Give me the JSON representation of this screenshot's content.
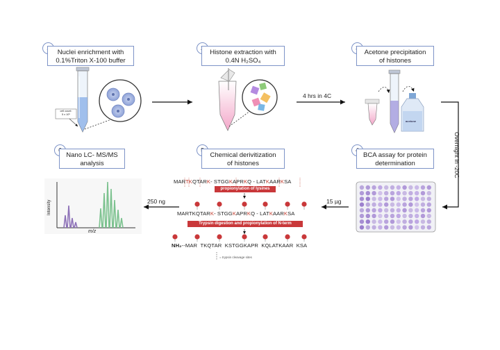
{
  "steps": [
    {
      "num": "1",
      "line1": "Nuclei enrichment with",
      "line2": "0.1%Triton X-100 buffer"
    },
    {
      "num": "2",
      "line1": "Histone extraction with",
      "line2": "0.4N H₂SO₄"
    },
    {
      "num": "3",
      "line1": "Acetone precipitation",
      "line2": "of histones"
    },
    {
      "num": "4",
      "line1": "BCA assay for protein",
      "line2": "determination"
    },
    {
      "num": "5",
      "line1": "Chemical derivitization",
      "line2": "of histones"
    },
    {
      "num": "6",
      "line1": "Nano LC- MS/MS",
      "line2": "analysis"
    }
  ],
  "arrows": {
    "a23": "4 hrs in 4C",
    "a34": "Overnight in -20C",
    "a45": "15 µg",
    "a56": "250 ng"
  },
  "cell_count": {
    "line1": "cell count:",
    "line2": "5 x 10⁵"
  },
  "acetone_label": "acetone",
  "derivatization": {
    "seq1": {
      "a": "MAR",
      "b": "T",
      "c": "K",
      "d": "QTAR",
      "e": "K",
      "f": "- STGG",
      "g": "K",
      "h": "APR",
      "i": "K",
      "j": "Q - LAT",
      "k": "K",
      "l": "AAR",
      "m": "K",
      "n": "SA"
    },
    "tag1": "propionylation of lysines",
    "seq2": {
      "a": "MAR",
      "b": "TKQTAR",
      "c": "K",
      "d": "- STGG",
      "e": "K",
      "f": "APR",
      "g": "K",
      "h": "Q - LAT",
      "i": "K",
      "j": "AAR",
      "k": "K",
      "l": "SA"
    },
    "tag2": "Trypsin digestion and propionylation of N-term",
    "seq3": {
      "a": "NH₂",
      "b": "--MAR",
      "c": "TKQTAR",
      "d": "KSTGGKAPR",
      "e": "KQLATKAAR",
      "f": "KSA"
    },
    "cleavage_note": "= trypsin cleavage sites"
  },
  "spectrum": {
    "ylabel": "Intensity",
    "xlabel": "m/z"
  },
  "colors": {
    "box_border": "#7d93c7",
    "tag_red": "#c9383a",
    "purple_peaks": "#8e72b8",
    "green_peaks": "#7cc28f",
    "plate_well": "#a68ad4"
  }
}
